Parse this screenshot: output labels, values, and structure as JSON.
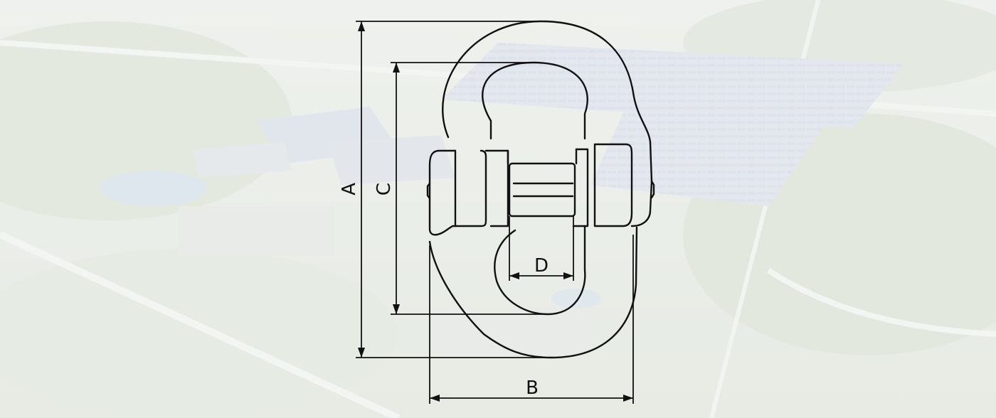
{
  "diagram": {
    "subject": "connecting-link",
    "line_color": "#111111",
    "background_tint": "#f1f3ef",
    "dimension_labels": {
      "a": "A",
      "b": "B",
      "c": "C",
      "d": "D"
    }
  }
}
